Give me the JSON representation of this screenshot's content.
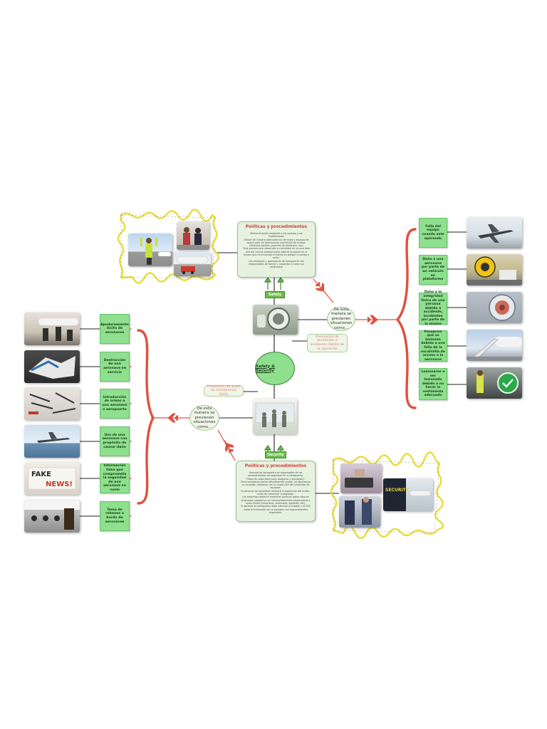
{
  "center": {
    "title": "Safety & Security"
  },
  "safety": {
    "tag": "Safety",
    "policies": {
      "title": "Políticas y procedimientos",
      "items": [
        "Mantenimiento constante a los equipos y las instalaciones",
        "Utilizar de manera adecuada los servicios y equipos de apoyo para las operaciones (escalinilla de acceso, vehículos asistios, puentes de embarque, etc)",
        "Toda persona que desarrolle su actividad en la zona lado aire del recinto aeroportuario deberá ocuparse en si mismo que no se ponga él mismo en peligro ni ponga a otros.",
        "Las empresas y operadoras del Aeropuerto son responsables de formar y capacitar a todos sus empleados"
      ]
    },
    "oval": "De esta manera se previenen situaciones como...",
    "note": "Prevención de accidentes e incidentes dentro de la operación",
    "right_items": [
      {
        "label": "Falla del equipo cuando este operando",
        "icon": "airplane-takeoff-photo"
      },
      {
        "label": "Daño a una aeronave por parte de un vehículo en plataforma",
        "icon": "engine-truck-photo"
      },
      {
        "label": "Daño a la integridad física de una persona debido a accidente, incidentes por parte de la misma",
        "icon": "engine-damage-photo"
      },
      {
        "label": "Pasajeros que se lesionen debido a una falla de la escalinilla de acceso a la aeronave",
        "icon": "boarding-stairs-photo"
      },
      {
        "label": "Lesionarse o ser lesionado debido a no llevar la vestimenta adecuada",
        "icon": "safety-vest-photo"
      }
    ]
  },
  "security": {
    "tag": "Security",
    "policies": {
      "title": "Políticas y procedimientos",
      "items": [
        "Gerente de Aeropuerto es responsable de los procedimientos de seguridad en el aeropuerto.",
        "Filtros de seguridad (para pasajeros y equipajes).",
        "Para trasladarse portar identificación visible, no abandonar su equipaje, colaborar con la inspección del contenido de equipaje.",
        "El personal de seguridad realizará la inspección del andén, antes de comenzar el abordaje.",
        "Las empresas deberán mantener políticas sobre caso de amenazas: pasajeros con comportamientos sospechosos y actos ilícitos (terroristas, amenazas, agresión, etc).",
        "El gerente de aeropuerto debe informar al capitán y al ESE sobre el transporte de un pasajero con requerimientos especiales."
      ]
    },
    "oval": "De esta manera se previenen situaciones como...",
    "note": "Prevención de actos de interferencia ilícita",
    "left_items": [
      {
        "label": "Apoderamiento ilícito de aeronaves",
        "icon": "armed-team-photo"
      },
      {
        "label": "Destrucción de una aeronave en servicio",
        "icon": "wreckage-photo"
      },
      {
        "label": "Introducción de armas a una aeronave o aeropuerto",
        "icon": "seized-weapons-photo"
      },
      {
        "label": "Uso de una aeronave con propósito de causar daño",
        "icon": "low-flying-plane-photo"
      },
      {
        "label": "Información falsa que comprometa la seguridad de una aeronave en vuelo",
        "icon": "fake-news-photo"
      },
      {
        "label": "Toma de rehenes a bordo de aeronaves",
        "icon": "hostages-photo"
      }
    ]
  },
  "fake_news_text": {
    "line1": "FAKE",
    "line2": "NEWS!"
  },
  "security_vest_text": "SECURITY",
  "colors": {
    "accent_red": "#e0503f",
    "box_green": "#8ee08e",
    "tag_green": "#6bbf4a",
    "frame_yellow": "#e8dc3a"
  }
}
